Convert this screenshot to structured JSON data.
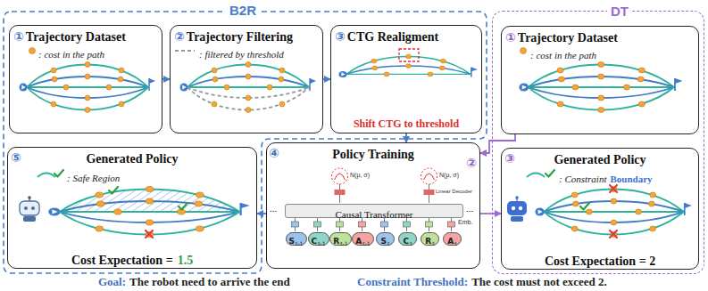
{
  "diagram": {
    "nodes": [
      {
        "text": [
          "B2R"
        ]
      },
      {
        "text": [
          "①",
          "Trajectory Dataset",
          ": cost in the path"
        ],
        "in": 0
      },
      {
        "text": [
          "②",
          "Trajectory Filtering",
          ": filtered by threshold"
        ],
        "in": 0
      },
      {
        "text": [
          "③",
          "CTG Realigment",
          "Shift CTG to threshold"
        ],
        "in": 0
      },
      {
        "text": [
          "⑤",
          "Generated Policy",
          ": Safe Region",
          "Cost Expectation =",
          "1.5"
        ],
        "in": 0
      },
      {
        "text": [
          "④",
          "Policy Training"
        ]
      },
      {
        "text": [
          "Causal Transformer"
        ],
        "in": 5
      },
      {
        "text": [
          "S",
          "t-1"
        ],
        "in": 5
      },
      {
        "text": [
          "C",
          "t-1"
        ],
        "in": 5
      },
      {
        "text": [
          "R",
          "t-1"
        ],
        "in": 5
      },
      {
        "text": [
          "A",
          "t-1"
        ],
        "in": 5
      },
      {
        "text": [
          "S",
          "t"
        ],
        "in": 5
      },
      {
        "text": [
          "C",
          "t"
        ],
        "in": 5
      },
      {
        "text": [
          "R",
          "t"
        ],
        "in": 5
      },
      {
        "text": [
          "A",
          "t"
        ],
        "in": 5
      },
      {
        "text": [
          "DT"
        ]
      },
      {
        "text": [
          "①",
          "Trajectory Dataset",
          ": cost in the path"
        ],
        "in": 15
      },
      {
        "text": [
          "③",
          "Generated Policy",
          ": Constraint",
          "Boundary",
          "Cost Expectation = 2"
        ],
        "in": 15
      }
    ],
    "edges": [
      {
        "from": 1,
        "to": 2,
        "arrow": "to"
      },
      {
        "from": 2,
        "to": 3,
        "arrow": "to"
      },
      {
        "from": 3,
        "to": 5,
        "arrow": "to"
      },
      {
        "from": 5,
        "to": 4,
        "arrow": "to"
      },
      {
        "from": 16,
        "to": 5,
        "arrow": "to"
      },
      {
        "from": 5,
        "to": 17,
        "arrow": "to"
      }
    ],
    "labels": [
      "Goal:",
      "The robot need to arrive the end",
      "Constraint Threshold:",
      "The cost must not exceed 2.",
      "②",
      "N(μ, σ)",
      "N(μ, σ)",
      "Linear Decoder",
      "Emb.",
      "...",
      "..."
    ]
  }
}
